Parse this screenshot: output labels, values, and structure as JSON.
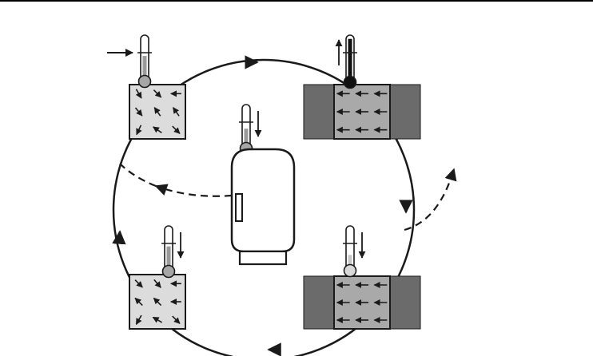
{
  "diagram": {
    "kind": "magnetic-refrigeration-cycle",
    "colors": {
      "outline": "#1a1a1a",
      "sample_neutral": "#dcdcdc",
      "sample_magnetized": "#a9a9a9",
      "magnet_pole": "#6b6b6b",
      "thermo_bulb_neutral": "#a6a6a6",
      "thermo_bulb_hot": "#111111",
      "thermo_bulb_cold": "#d8d8d8",
      "thermo_column_mid": "#9a9a9a",
      "thermo_column_hot": "#111111",
      "thermo_column_cold": "#c8c8c8"
    },
    "stages": [
      {
        "id": "demagnetized-warm",
        "spins": "random",
        "magnet": false,
        "temperature": "neutral",
        "heat_arrow": "in"
      },
      {
        "id": "magnetized-hot",
        "spins": "aligned",
        "magnet": true,
        "temperature": "hot",
        "temp_change": "rise"
      },
      {
        "id": "magnetized-cooled",
        "spins": "aligned",
        "magnet": true,
        "temperature": "cold",
        "temp_change": "fall"
      },
      {
        "id": "demagnetized-cold",
        "spins": "random",
        "magnet": false,
        "temperature": "neutral",
        "temp_change": "fall"
      }
    ],
    "refrigerator": {
      "temp_change": "fall"
    },
    "heat_flows": [
      "heat-released-to-surroundings",
      "heat-drawn-from-refrigerator"
    ],
    "cycle_direction": "clockwise"
  }
}
